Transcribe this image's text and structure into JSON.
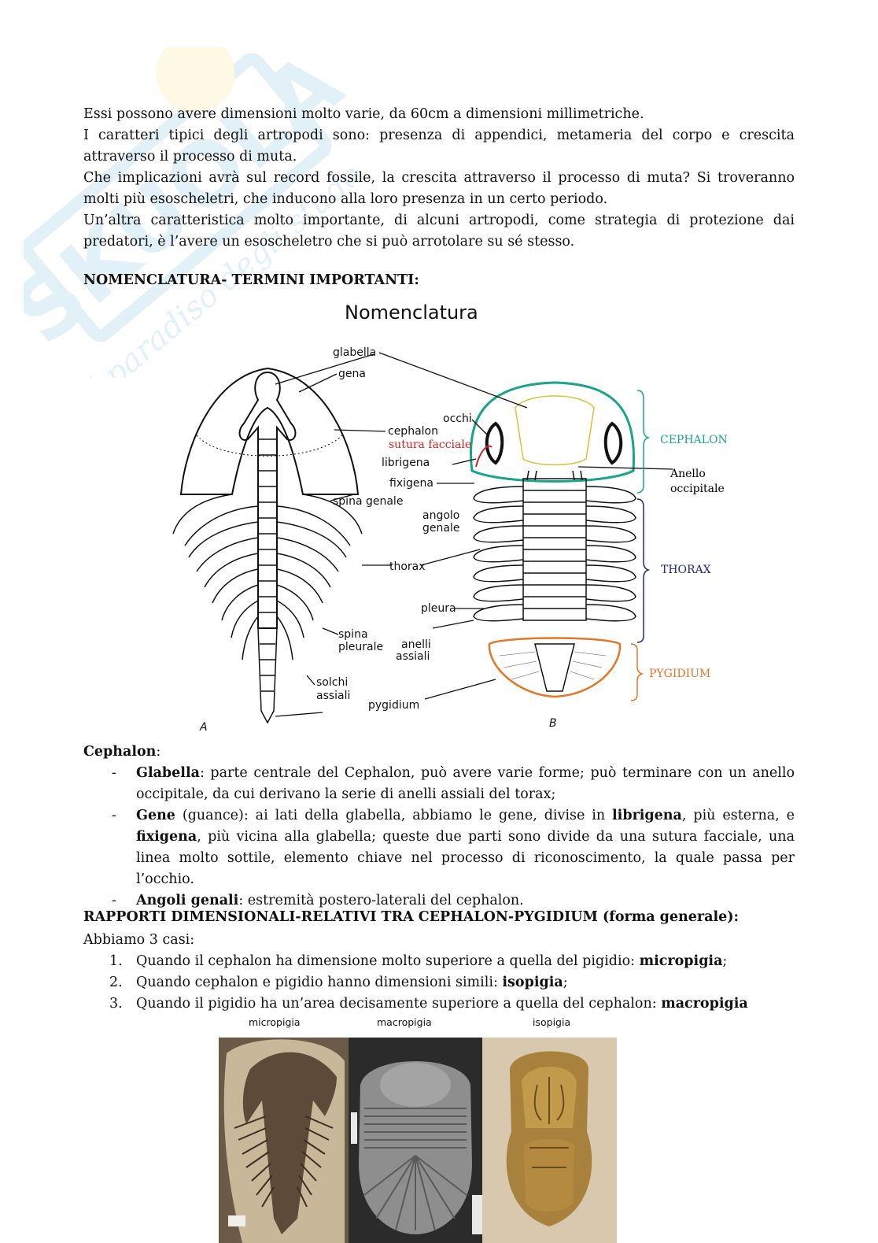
{
  "watermark": {
    "brand": "Skuola.net",
    "tagline": "il paradiso degli studenti"
  },
  "intro": [
    "Essi possono avere dimensioni molto varie, da 60cm a dimensioni millimetriche.",
    "I caratteri tipici degli artropodi sono: presenza di appendici, metameria del corpo e crescita attraverso il processo di muta.",
    "Che implicazioni avrà sul record fossile, la crescita attraverso il processo di muta? Si troveranno molti più esoscheletri, che inducono alla loro presenza in un certo periodo.",
    "Un’altra caratteristica molto importante, di alcuni artropodi, come strategia di protezione dai predatori, è l’avere un esoscheletro che si può arrotolare su sé stesso."
  ],
  "section1_title": "NOMENCLATURA- TERMINI IMPORTANTI:",
  "figure": {
    "title": "Nomenclatura",
    "labels": {
      "glabella": "glabella",
      "gena": "gena",
      "occhi": "occhi",
      "cephalon": "cephalon",
      "sutura": "sutura facciale",
      "librigena": "librigena",
      "fixigena": "fixigena",
      "spina_genale": "spina genale",
      "angolo_1": "angolo",
      "angolo_2": "genale",
      "thorax": "thorax",
      "pleura": "pleura",
      "spina_pl_1": "spina",
      "spina_pl_2": "pleurale",
      "anelli_1": "anelli",
      "anelli_2": "assiali",
      "solchi_1": "solchi",
      "solchi_2": "assiali",
      "pygidium": "pygidium",
      "A": "A",
      "B": "B",
      "CEPHALON": "CEPHALON",
      "THORAX": "THORAX",
      "PYGIDIUM": "PYGIDIUM",
      "anello_1": "Anello",
      "anello_2": "occipitale"
    },
    "colors": {
      "cephalon": "#1aa58a",
      "thorax": "#1f2a7a",
      "pygidium": "#e0782a",
      "sutura": "#d42020",
      "suture_line": "#d6c23a"
    }
  },
  "cephalon_section": {
    "title": "Cephalon",
    "colon": ":",
    "items": [
      {
        "term": "Glabella",
        "text": ": parte centrale del Cephalon, può avere varie forme; può terminare con un anello occipitale, da cui derivano la serie di anelli assiali del torax;"
      },
      {
        "term": "Gene",
        "t1": " (guance): ai lati della glabella, abbiamo le gene, divise in ",
        "b1": "librigena",
        "t2": ", più esterna, e ",
        "b2": "fixigena",
        "t3": ", più vicina alla glabella; queste due parti sono divide da una sutura facciale, una linea molto sottile, elemento chiave nel processo di riconoscimento, la quale passa per l’occhio."
      },
      {
        "term": "Angoli genali",
        "text": ": estremità postero-laterali del cephalon."
      }
    ]
  },
  "section2_title": "RAPPORTI DIMENSIONALI-RELATIVI TRA CEPHALON-PYGIDIUM (forma generale):",
  "cases_intro": "Abbiamo 3 casi:",
  "cases": [
    {
      "n": "1.",
      "text": "Quando il cephalon ha dimensione molto superiore a quella del pigidio: ",
      "bold": "micropigia",
      "end": ";"
    },
    {
      "n": "2.",
      "text": "Quando cephalon e pigidio hanno dimensioni simili: ",
      "bold": "isopigia",
      "end": ";"
    },
    {
      "n": "3.",
      "text": "Quando il pigidio ha un’area decisamente superiore a quella del cephalon: ",
      "bold": "macropigia",
      "end": ""
    }
  ],
  "photo_labels": [
    "micropigia",
    "macropigia",
    "isopigia"
  ]
}
